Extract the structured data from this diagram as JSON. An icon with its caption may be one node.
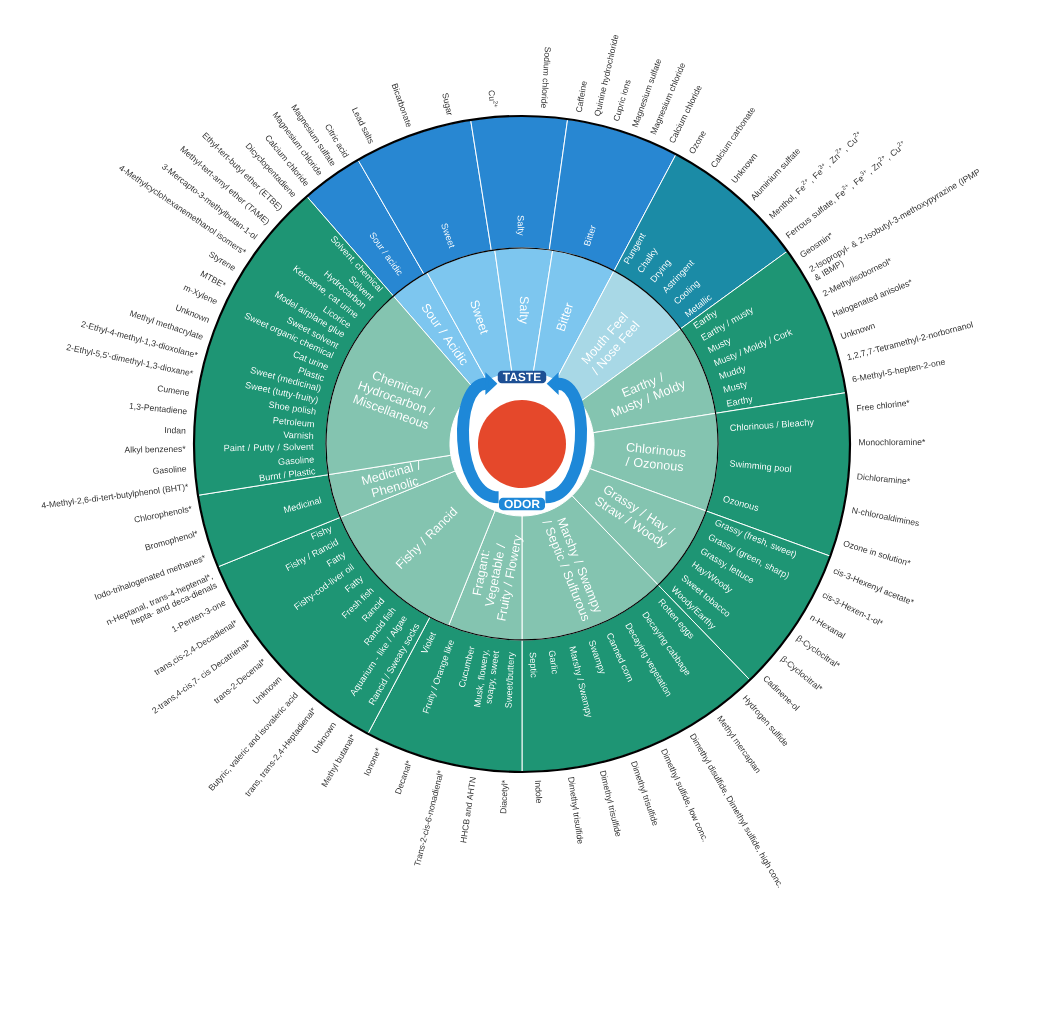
{
  "diagram": {
    "nodes": [
      {
        "text": [],
        "shape": "circle"
      },
      {
        "text": [
          "Sour / Acidic"
        ]
      },
      {
        "text": [
          "Sweet"
        ]
      },
      {
        "text": [
          "Salty"
        ]
      },
      {
        "text": [
          "Bitter"
        ]
      },
      {
        "text": [
          "Mouth Feel / Nose Feel"
        ]
      },
      {
        "text": [
          "Earthy / Musty / Moldy"
        ]
      },
      {
        "text": [
          "Chlorinous / Ozonous"
        ]
      },
      {
        "text": [
          "Grassy / Hay / Straw / Woody"
        ]
      },
      {
        "text": [
          "Marshy / Swampy / Septic / Sulfurous"
        ]
      },
      {
        "text": [
          "Fragant: Vegetable / Fruity / Flowery"
        ]
      },
      {
        "text": [
          "Fishy / Rancid"
        ]
      },
      {
        "text": [
          "Medicinal / Phenolic"
        ]
      },
      {
        "text": [
          "Chemical / Hydrocarbon / Miscellaneous"
        ]
      },
      {
        "text": [
          "Sour / acidic"
        ],
        "beside": [
          "Citric acid",
          "Magnesium sulfate",
          "Magnesium chloride",
          "Calcium chloride"
        ]
      },
      {
        "text": [
          "Sweet"
        ],
        "beside": [
          "Sugar",
          "Bicarbonate",
          "Lead salts"
        ]
      },
      {
        "text": [
          "Salty"
        ],
        "beside": [
          "Sodium chloride",
          "Cu$^{2+}$"
        ]
      },
      {
        "text": [
          "Bitter"
        ],
        "beside": [
          "Caffeine",
          "Quinine hydrochloride",
          "Cupric ions",
          "Magnesium sulfate",
          "Magnesium chloride",
          "Calcium chloride"
        ]
      },
      {
        "text": [
          "Pungent",
          "Chalky",
          "Drying",
          "Astringent",
          "Cooling",
          "Metallic"
        ],
        "beside": [
          "Ozone",
          "Calcium carbonate",
          "Unknown",
          "Aluminium sulfate",
          "Menthol, Fe$^{2+}$, Fe$^{3+}$, Zn$^{2+}$, Cu$^{2+}$",
          "Ferrous sulfate, Fe$^{2+}$, Fe$^{3+}$, Zn$^{2+}$, Cu$^{2+}$"
        ]
      },
      {
        "text": [
          "Earthy",
          "Earthy / musty",
          "Musty",
          "Musty / Moldy / Cork",
          "Muddy",
          "Musty",
          "Earthy"
        ],
        "beside": [
          "Geosmin*",
          "2-Isopropyl- & 2-Isobutyl-3-methoxypyrazine (IPMP & IBMP)",
          "2-Methylisoborneol*",
          "Halogenated anisoles*",
          "Unknown",
          "1,2,7,7-Tetramethyl-2-norbornanol",
          "6-Methyl-5-hepten-2-one"
        ]
      },
      {
        "text": [
          "Chlorinous / Bleachy",
          "Swimming pool",
          "Ozonous"
        ],
        "beside": [
          "Free chlorine*",
          "Monochloramine*",
          "Dichloramine*",
          "N-chloroaldimines",
          "Ozone in solution*"
        ]
      },
      {
        "text": [
          "Grassy (fresh, sweet)",
          "Grassy (green, sharp)",
          "Grassy, lettuce",
          "Hay/Woody",
          "Sweet tobacco",
          "Woody/Earthy"
        ],
        "beside": [
          "cis-3-Hexenyl acetate*",
          "cis-3-Hexen-1-ol*",
          "n-Hexanal",
          "β-Cyclocitral*",
          "β-Cyclocitral*",
          "Cadinene-ol"
        ]
      },
      {
        "text": [
          "Rotten eggs",
          "Decaying cabbage",
          "Decaying vegetation",
          "Canned corn",
          "Swampy",
          "Marshy / Swampy",
          "Garlic",
          "Septic"
        ],
        "beside": [
          "Hydrogen sulfide",
          "Methyl mercaptan",
          "Dimethyl disulfide, Dimethyl sulfide, high conc.",
          "Dimethyl sulfide, low conc.",
          "Dimethyl trisulfide",
          "Dimethyl trisulfide",
          "Dimethyl trisulfide",
          "Indole"
        ]
      },
      {
        "text": [
          "Violet",
          "Fruity / Orange like",
          "Cucumber",
          "Musk, flowery, soapy, sweet",
          "Sweet/buttery"
        ],
        "beside": [
          "Ionone*",
          "Decanal*",
          "Trans-2-cis-6-nonadienal*",
          "HHCB and AHTN",
          "Diacetyl*"
        ]
      },
      {
        "text": [
          "Fishy",
          "Fishy / Rancid",
          "Fatty",
          "Fishy-cod-liver oil",
          "Fatty",
          "Fresh fish",
          "Rancid",
          "Rancid fish",
          "Aquarium - like / Algae",
          "Rancid / Sweaty socks"
        ],
        "beside": [
          "n-Heptanal, trans-4-heptenal*, hepta- and deca-dienals",
          "1-Penten-3-one",
          "trans,cis-2,4-Decadienal*",
          "2-trans,4-cis,7- cis Decatrienal*",
          "trans-2-Decenal*",
          "Unknown",
          "Butyric, valeric and isovaleric acid",
          "trans, trans-2,4-Heptadienal*",
          "Unknown",
          "Methyl butanal*"
        ]
      },
      {
        "text": [
          "Medicinal"
        ],
        "beside": [
          "Chlorophenols*",
          "Bromophenol*",
          "Iodo-trihalogenated methanes*"
        ]
      },
      {
        "text": [
          "Solvent, chemical",
          "Solvent",
          "Hydrocarbon",
          "Kerosene, cat urine",
          "Licorice",
          "Model airplane glue",
          "Sweet solvent",
          "Sweet organic chemical",
          "Cat urine",
          "Plastic",
          "Sweet (medicinal)",
          "Sweet (tutty-fruity)",
          "Shoe polish",
          "Petroleum",
          "Varnish",
          "Paint / Putty / Solvent",
          "Gasoline",
          "Burnt / Plastic"
        ],
        "beside": [
          "Dicyclopentadiene",
          "Ethyl-tert-butyl ether (ETBE)",
          "Methyl-tert-amyl ether (TAME)",
          "3-Mercapto-3-methylbutan-1-ol",
          "4-Methylcyclohexanemethanol isomers*",
          "Styrene",
          "MTBE*",
          "m-Xylene",
          "Unknown",
          "Methyl methacrylate",
          "2-Ethyl-4-methyl-1,3-dioxolane*",
          "2-Ethyl-5,5'-dimethyl-1,3-dioxane*",
          "Cumene",
          "1,3-Pentadiene",
          "Indan",
          "Alkyl benzenes*",
          "Gasoline",
          "4-Methyl-2,6-di-tert-butylphenol (BHT)*"
        ]
      },
      {
        "text": [
          "TASTE"
        ]
      },
      {
        "text": [
          "ODOR"
        ]
      }
    ],
    "edges": [
      {
        "from": 28,
        "to": 27,
        "arrow": "to"
      },
      {
        "from": 28,
        "to": 27,
        "arrow": "to"
      }
    ]
  }
}
